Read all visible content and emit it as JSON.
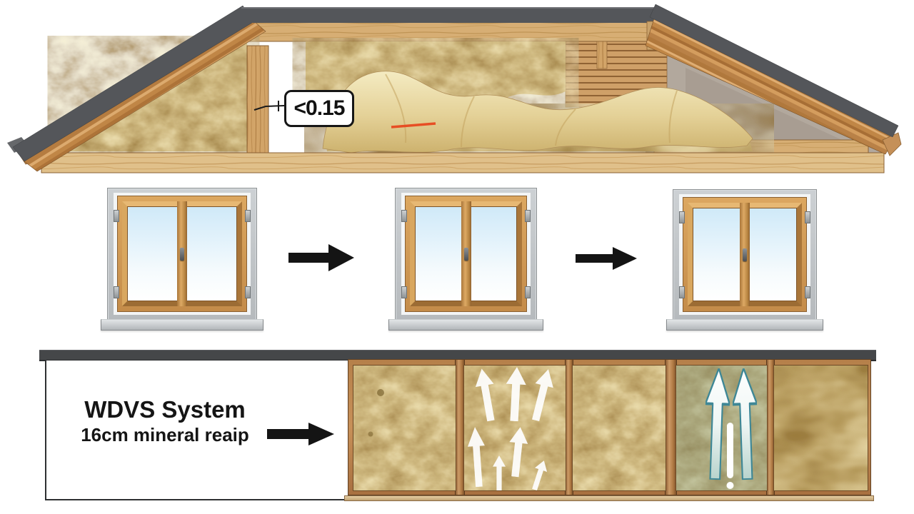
{
  "diagram": {
    "description": "Building energy renovation diagram: insulated roof cross-section, window replacement sequence, and WDVS exterior wall insulation system",
    "roof_section": {
      "u_value_label": "<0.15",
      "content": "attic cross-section with mineral wool insulation rolls and draped insulation blanket"
    },
    "window_sequence": {
      "window_count": 3,
      "arrow_count": 2,
      "style": "wooden double-casement windows with grey reveal and sill"
    },
    "wall_section": {
      "heading": "WDVS System",
      "subheading": "16cm mineral reaip",
      "panel_count": 5,
      "airflow_arrow_count": 7,
      "vapor_arrow_count": 2,
      "exclamation_mark": true
    },
    "colors": {
      "roofing_grey": "#54565a",
      "wood_tan": "#c48c4a",
      "insulation_yellow": "#dcc27c",
      "window_frame_grey": "#b9bdc0",
      "glass_blue": "#cfe9f8",
      "arrow_black": "#141414",
      "airflow_arrow_white": "#ffffff",
      "vapor_arrow_teal": "#3e8796",
      "marker_red": "#e8481f",
      "cap_grey": "#454749"
    }
  }
}
